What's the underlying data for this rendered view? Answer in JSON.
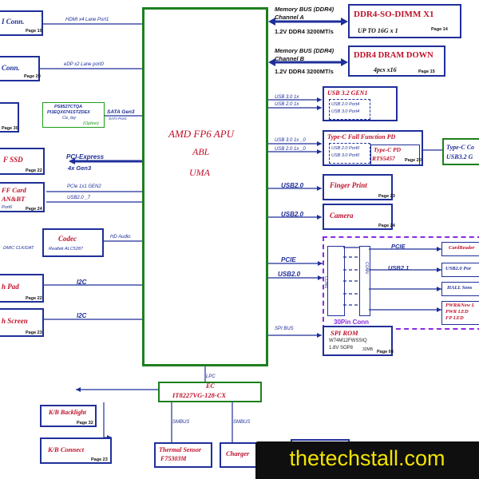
{
  "apu": {
    "title": "AMD FP6 APU",
    "line2": "ABL",
    "line3": "UMA"
  },
  "ec": {
    "label": "EC",
    "chip": "IT8227VG-128-CX",
    "lpc": "LPC",
    "smbus1": "SMBUS",
    "smbus2": "SMBUS"
  },
  "left_blocks": {
    "hdmi": {
      "title": "I Conn.",
      "page": "Page 19",
      "bus": "HDMI x4 Lane Port1"
    },
    "edp": {
      "title": "Conn.",
      "page": "Page 20",
      "bus": "eDP x2 Lane port0"
    },
    "sata": {
      "page": "Page 30",
      "redriver": "PS8527CTQA",
      "redriver2": "PI3EQX6741STZDEX",
      "ce_lay": "Ce_lay",
      "option": "(Option)",
      "bus": "SATA Gen3",
      "bus2": "SATA Port1"
    },
    "ssd": {
      "title": "F      SSD",
      "page": "Page 22",
      "bus": "PCI-Express",
      "bus2": "4x Gen3"
    },
    "wlan": {
      "title": "FF Card",
      "title2": "AN&BT",
      "page": "Page 24",
      "port": "Port6",
      "bus": "PCIe 1x1 GEN2",
      "bus2": "USB2.0 _7"
    },
    "codec": {
      "title": "Codec",
      "chip": "Realtek ALC5287",
      "bus": "HD Audio",
      "side": "DMIC CLK/DAT"
    },
    "touchpad": {
      "title": "h Pad",
      "page": "Page 22",
      "bus": "I2C"
    },
    "touchscreen": {
      "title": "h Screen",
      "page": "Page 23",
      "bus": "I2C"
    }
  },
  "right_blocks": {
    "sodimm": {
      "bus": "Memory BUS (DDR4)",
      "channel": "Channel A",
      "speed": "1.2V DDR4 3200MT/s",
      "title": "DDR4-SO-DIMM X1",
      "cap": "UP TO 16G x 1",
      "page": "Page 14"
    },
    "dramdown": {
      "bus": "Memory BUS (DDR4)",
      "channel": "Channel B",
      "speed": "1.2V DDR4 3200MT/s",
      "title": "DDR4 DRAM DOWN",
      "cap": "4pcs x16",
      "page": "Page 15"
    },
    "usb32": {
      "title": "USB 3.2  GEN1",
      "bus1": "USB 3.0 1x",
      "bus2": "USB 2.0 1x",
      "port1": "USB 2.0 Port4",
      "port2": "USB 3.0 Port4"
    },
    "typec": {
      "title": "Type-C Full Function   PD",
      "bus1": "USB 3.0 1x  _0",
      "bus2": "USB 2.0 1x  _0",
      "port1": "USB 2.0 Port0",
      "port2": "USB 3.0 Port0",
      "pd": "Type-C PD",
      "pd_chip": "RTS5457",
      "page": "Page 20",
      "side_title": "Type-C Co",
      "side_sub": "USB3.2 G"
    },
    "finger": {
      "title": "Finger Print",
      "bus": "USB2.0",
      "page": "Page 23"
    },
    "camera": {
      "title": "Camera",
      "bus": "USB2.0",
      "page": "Page 24"
    },
    "conn30": {
      "pcie": "PCIE",
      "usb": "USB2.0",
      "inner_pcie": "PCIE",
      "inner_usb": "USB2.1",
      "conn1": "CONN",
      "conn2": "CONN",
      "label": "30Pin Conn",
      "items": [
        "CardReader",
        "USB2.0 Por",
        "HALL Sens",
        "PWR&New L",
        "PWR LED",
        "FP LED"
      ]
    },
    "spirom": {
      "bus": "SPI BUS",
      "title": "SPI ROM",
      "chip": "W74M12FWSSIQ",
      "spec": "1.8V  SOP8",
      "size": "32MB",
      "page": "Page 08"
    }
  },
  "bottom_blocks": {
    "kb_backlight": {
      "title": "K/B Backlight",
      "page": "Page 32"
    },
    "kb_connect": {
      "title": "K/B Connect",
      "page": "Page 23"
    },
    "thermal": {
      "title": "Thermal Sensor",
      "chip": "F75303M"
    },
    "charger": {
      "title": "Charger"
    }
  },
  "watermark": "thetechstall.com",
  "colors": {
    "line": "#1f2f99",
    "apu_border": "#1d7f1d",
    "red": "#c0102a",
    "purple": "#8a2be2"
  }
}
